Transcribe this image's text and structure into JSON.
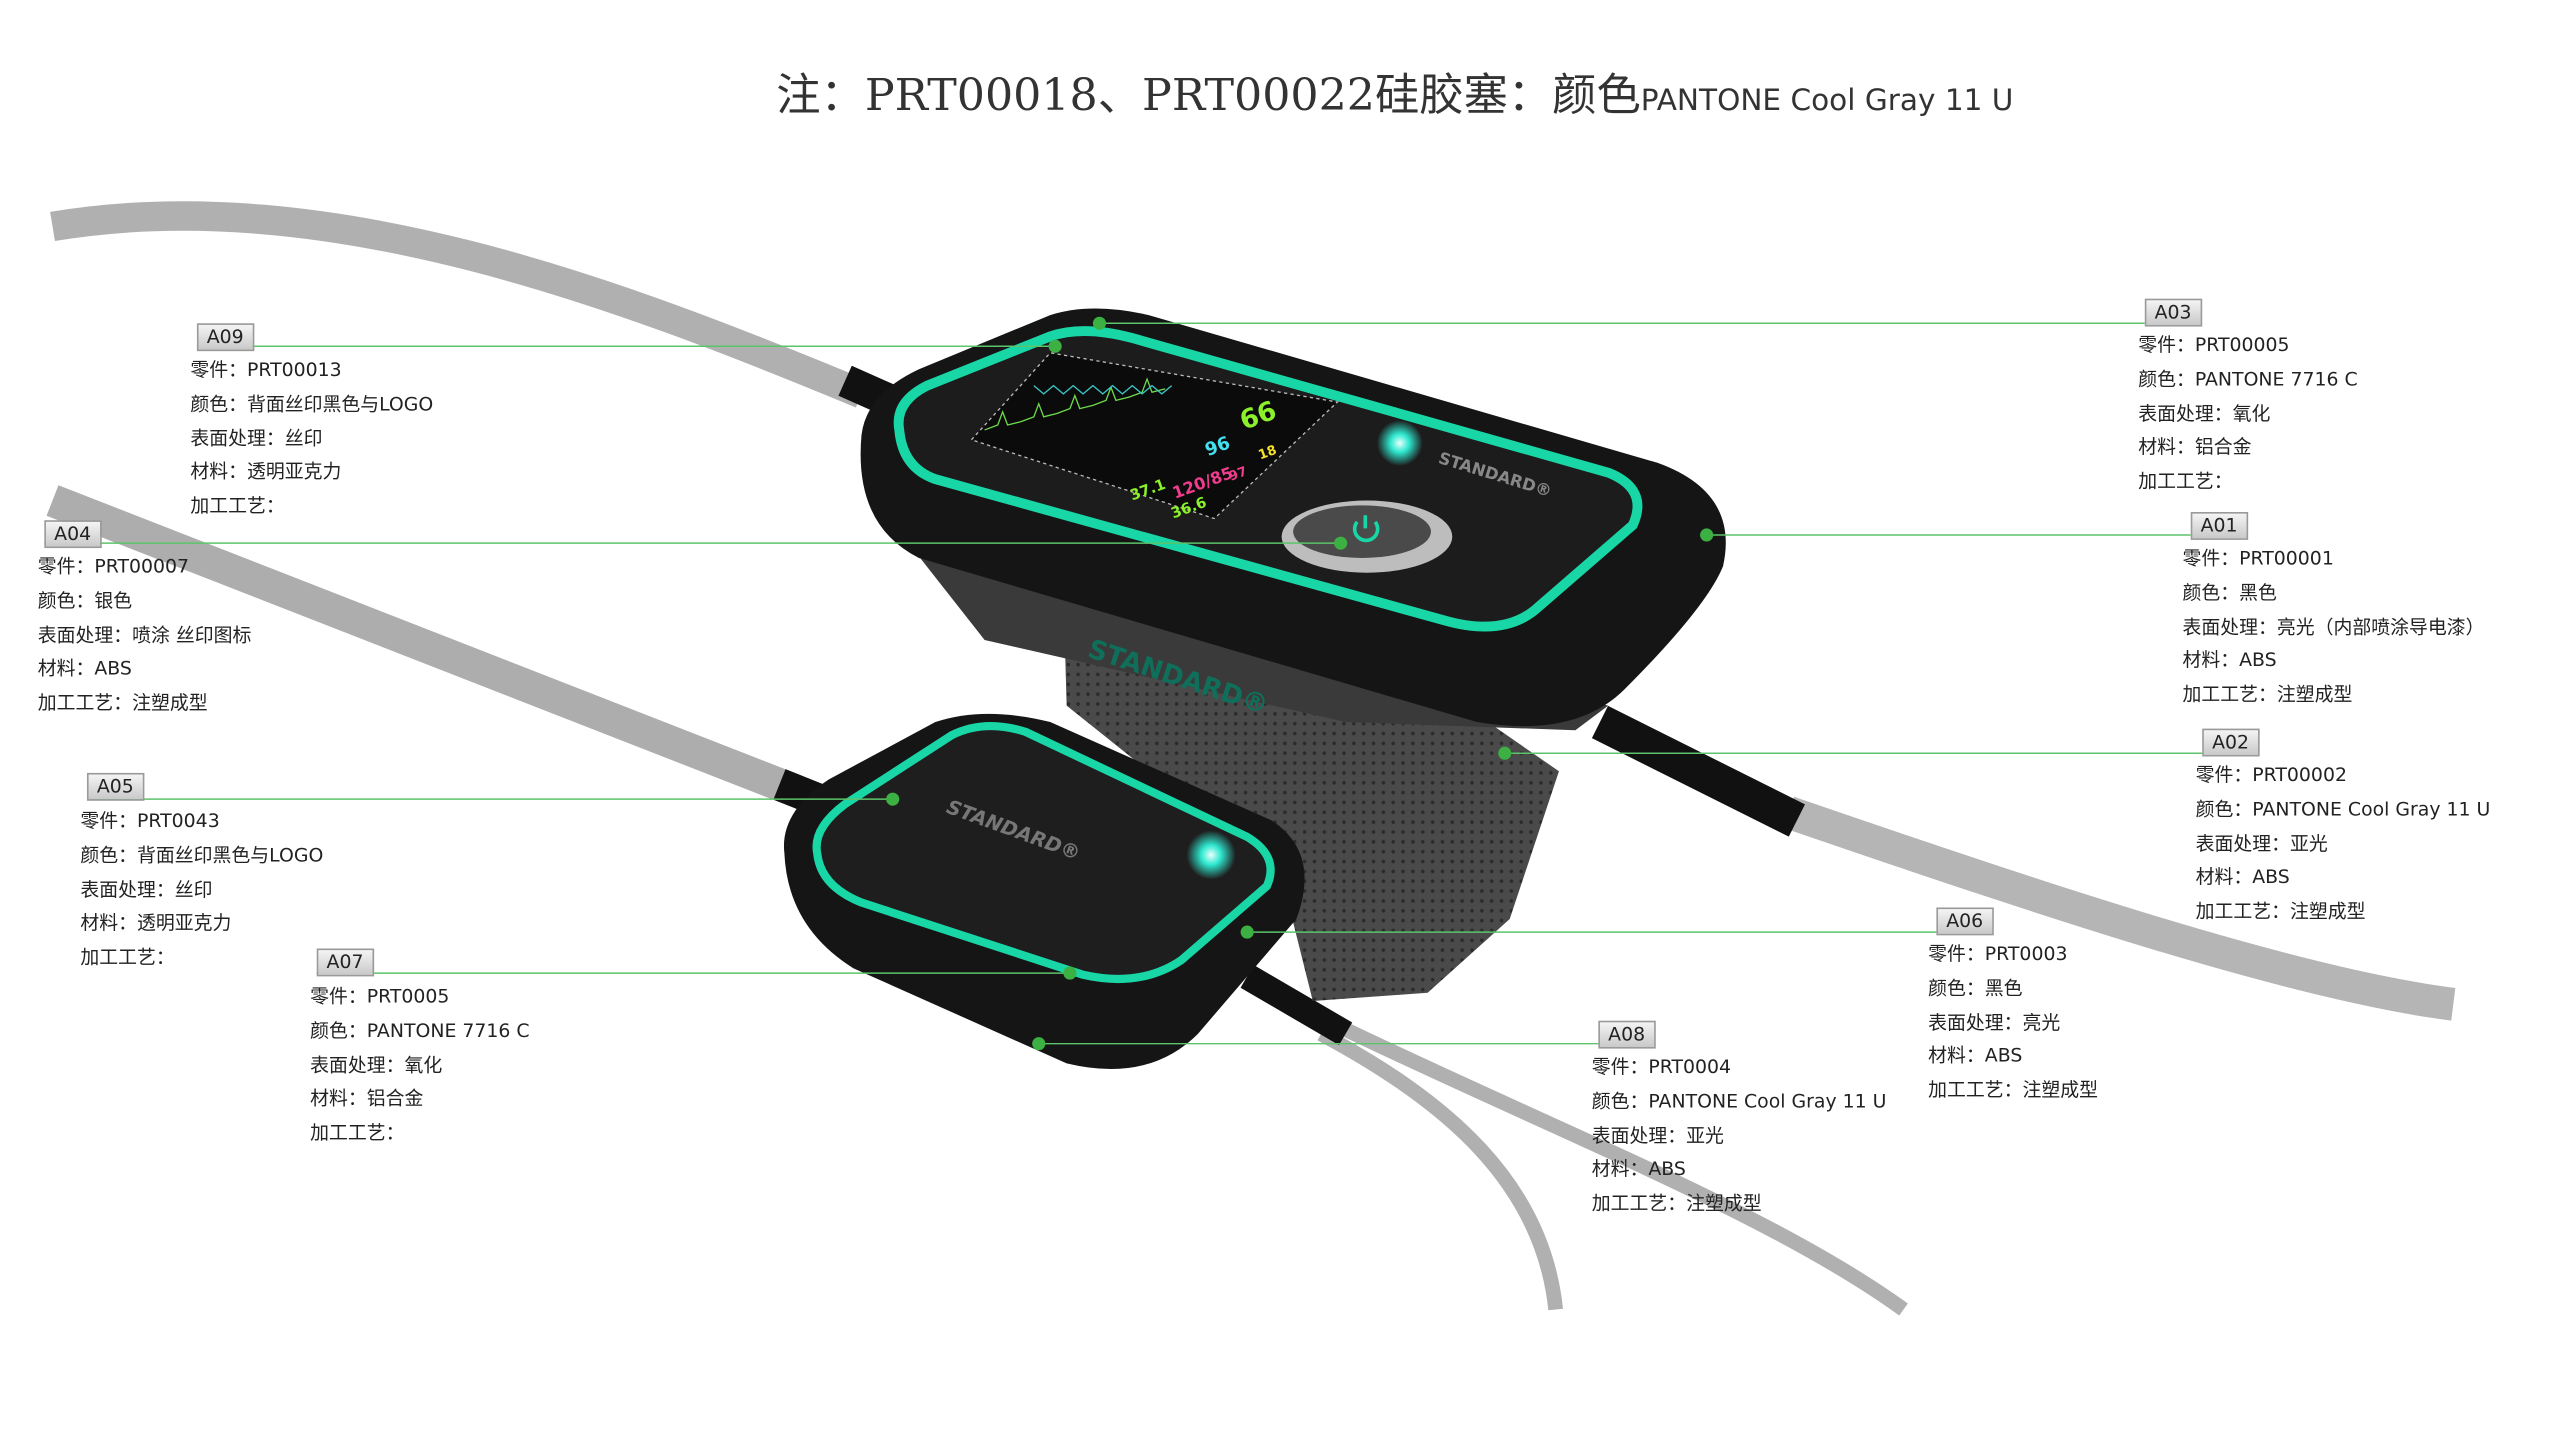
{
  "title": {
    "prefix": "注：PRT00018、PRT00022硅胶塞：颜色",
    "pantone": "PANTONE Cool Gray  11 U"
  },
  "labels": {
    "part": "零件：",
    "color": "颜色：",
    "surface": "表面处理：",
    "material": "材料：",
    "process": "加工工艺："
  },
  "colors": {
    "accent_teal": "#19d6a6",
    "leader_green": "#3cb043",
    "cable_gray": "#b3b3b3",
    "body_black": "#141414"
  },
  "device": {
    "logo_text": "STANDARD®",
    "screen": {
      "hr": "66",
      "spo2": "96",
      "resp": "18",
      "nibp": "120/85",
      "map": "97",
      "temp1": "37.1",
      "temp2": "36.6"
    },
    "icons": [
      "power-icon"
    ]
  },
  "callouts": [
    {
      "id": "A09",
      "part": "PRT00013",
      "color": "背面丝印黑色与LOGO",
      "surface": "丝印",
      "material": "透明亚克力",
      "process": ""
    },
    {
      "id": "A03",
      "part": "PRT00005",
      "color": "PANTONE 7716 C",
      "surface": "氧化",
      "material": "铝合金",
      "process": ""
    },
    {
      "id": "A04",
      "part": "PRT00007",
      "color": "银色",
      "surface": "喷涂  丝印图标",
      "material": "ABS",
      "process": "注塑成型"
    },
    {
      "id": "A01",
      "part": "PRT00001",
      "color": "黑色",
      "surface": "亮光（内部喷涂导电漆）",
      "material": "ABS",
      "process": "注塑成型"
    },
    {
      "id": "A02",
      "part": "PRT00002",
      "color": "PANTONE Cool Gray  11 U",
      "surface": "亚光",
      "material": "ABS",
      "process": "注塑成型"
    },
    {
      "id": "A05",
      "part": "PRT0043",
      "color": "背面丝印黑色与LOGO",
      "surface": "丝印",
      "material": "透明亚克力",
      "process": ""
    },
    {
      "id": "A06",
      "part": "PRT0003",
      "color": "黑色",
      "surface": "亮光",
      "material": "ABS",
      "process": "注塑成型"
    },
    {
      "id": "A07",
      "part": "PRT0005",
      "color": "PANTONE 7716 C",
      "surface": "氧化",
      "material": "铝合金",
      "process": ""
    },
    {
      "id": "A08",
      "part": "PRT0004",
      "color": "PANTONE Cool Gray  11 U",
      "surface": "亚光",
      "material": "ABS",
      "process": "注塑成型"
    }
  ]
}
